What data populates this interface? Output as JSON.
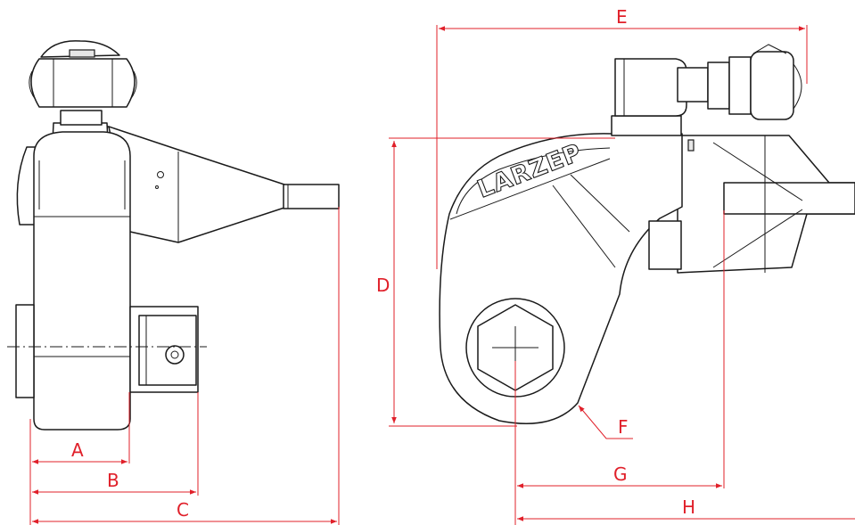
{
  "brand": "LARZEP",
  "colors": {
    "dimension": "#e0202a",
    "outline": "#1a1a1a",
    "background": "#ffffff"
  },
  "dimensions": {
    "A": "A",
    "B": "B",
    "C": "C",
    "D": "D",
    "E": "E",
    "F": "F",
    "G": "G",
    "H": "H"
  }
}
